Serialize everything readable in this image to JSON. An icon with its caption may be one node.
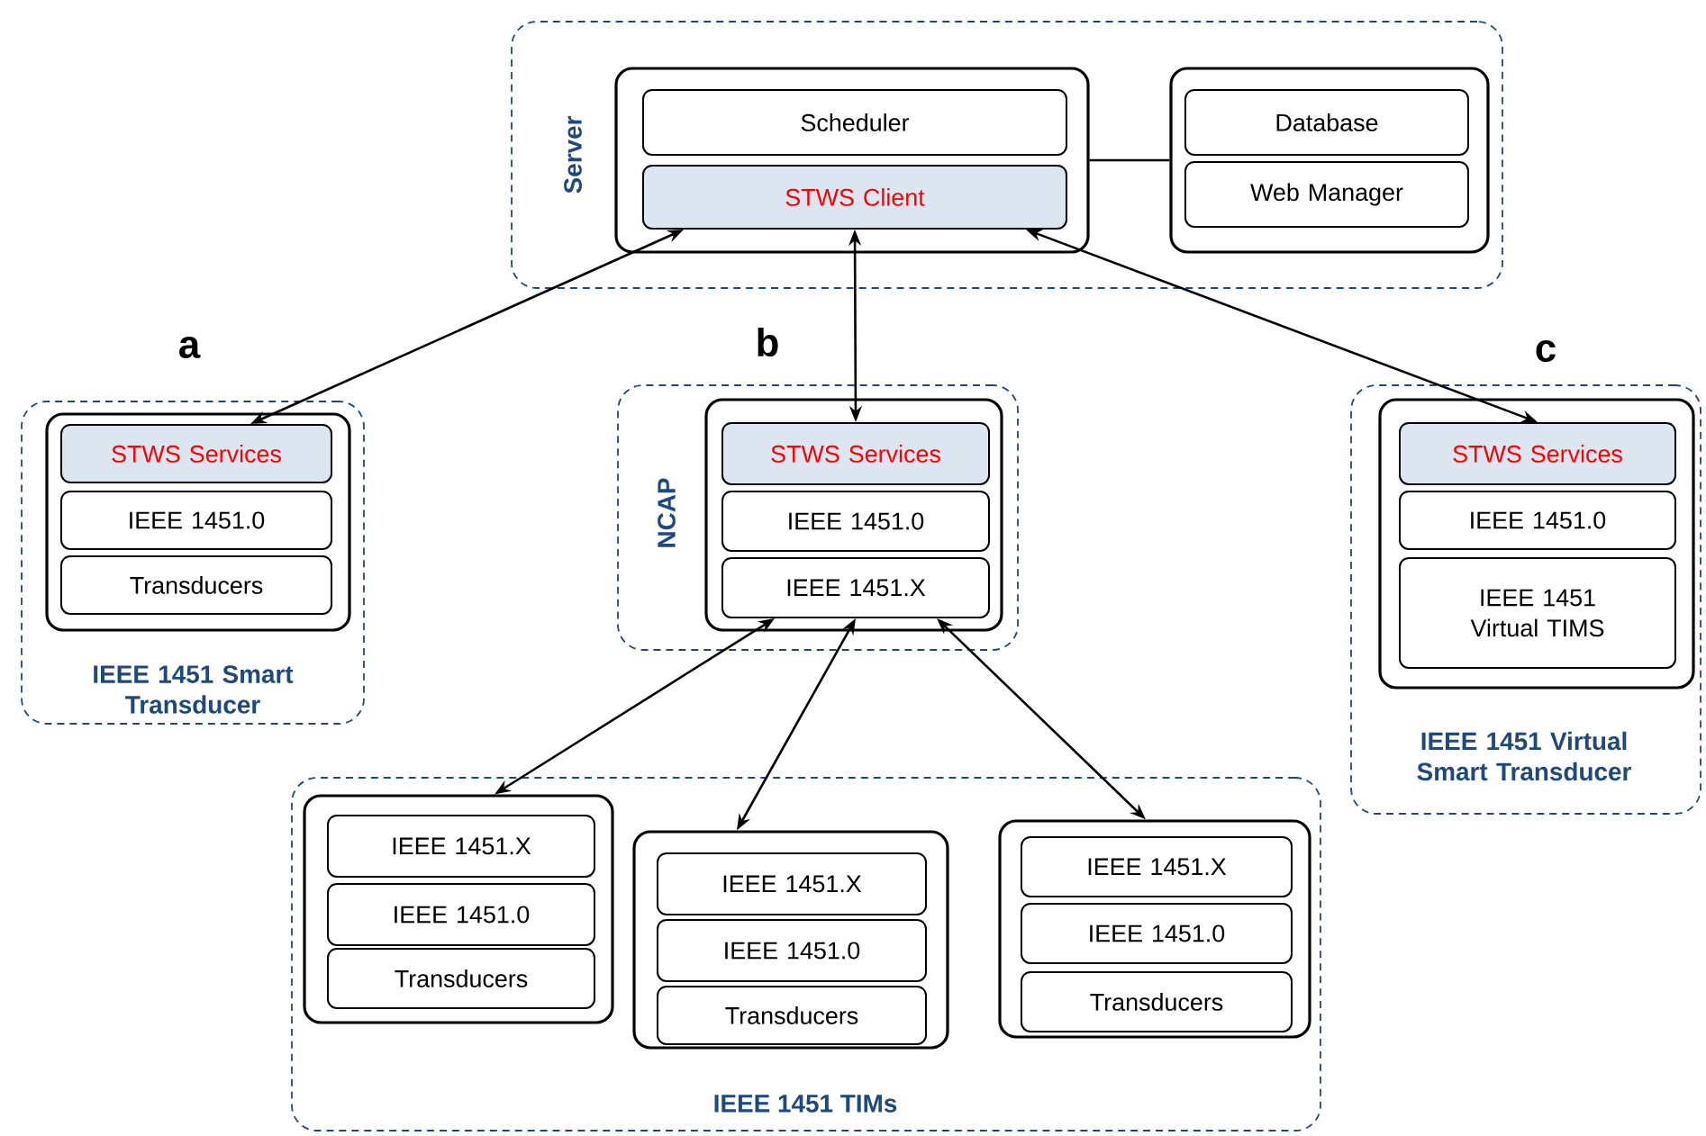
{
  "diagram": {
    "nodes": [
      {
        "text": [
          "Server"
        ]
      },
      {
        "text": [],
        "shape": "box",
        "in": 0
      },
      {
        "text": [
          "Scheduler"
        ],
        "in": 1
      },
      {
        "text": [
          "STWS Client"
        ],
        "in": 1
      },
      {
        "text": [],
        "shape": "box",
        "in": 0
      },
      {
        "text": [
          "Database"
        ],
        "in": 4
      },
      {
        "text": [
          "Web Manager"
        ],
        "in": 4
      },
      {
        "text": [
          "IEEE 1451 Smart Transducer"
        ]
      },
      {
        "text": [],
        "shape": "box",
        "in": 7
      },
      {
        "text": [
          "STWS Services"
        ],
        "in": 8
      },
      {
        "text": [
          "IEEE 1451.0"
        ],
        "in": 8
      },
      {
        "text": [
          "Transducers"
        ],
        "in": 8
      },
      {
        "text": [
          "NCAP"
        ]
      },
      {
        "text": [],
        "shape": "box",
        "in": 12
      },
      {
        "text": [
          "STWS Services"
        ],
        "in": 13
      },
      {
        "text": [
          "IEEE 1451.0"
        ],
        "in": 13
      },
      {
        "text": [
          "IEEE 1451.X"
        ],
        "in": 13
      },
      {
        "text": [
          "IEEE 1451 Virtual Smart Transducer"
        ]
      },
      {
        "text": [],
        "shape": "box",
        "in": 17
      },
      {
        "text": [
          "STWS Services"
        ],
        "in": 18
      },
      {
        "text": [
          "IEEE 1451.0"
        ],
        "in": 18
      },
      {
        "text": [
          "IEEE 1451 Virtual TIMS"
        ],
        "in": 18
      },
      {
        "text": [
          "IEEE 1451 TIMs"
        ]
      },
      {
        "text": [],
        "shape": "box",
        "in": 22
      },
      {
        "text": [
          "IEEE 1451.X"
        ],
        "in": 23
      },
      {
        "text": [
          "IEEE 1451.0"
        ],
        "in": 23
      },
      {
        "text": [
          "Transducers"
        ],
        "in": 23
      },
      {
        "text": [],
        "shape": "box",
        "in": 22
      },
      {
        "text": [
          "IEEE 1451.X"
        ],
        "in": 27
      },
      {
        "text": [
          "IEEE 1451.0"
        ],
        "in": 27
      },
      {
        "text": [
          "Transducers"
        ],
        "in": 27
      },
      {
        "text": [],
        "shape": "box",
        "in": 22
      },
      {
        "text": [
          "IEEE 1451.X"
        ],
        "in": 31
      },
      {
        "text": [
          "IEEE 1451.0"
        ],
        "in": 31
      },
      {
        "text": [
          "Transducers"
        ],
        "in": 31
      }
    ],
    "edges": [
      {
        "from": 1,
        "to": 4,
        "arrow": "none"
      },
      {
        "from": 3,
        "to": 9,
        "arrow": "both"
      },
      {
        "from": 3,
        "to": 14,
        "arrow": "both"
      },
      {
        "from": 3,
        "to": 19,
        "arrow": "both"
      },
      {
        "from": 16,
        "to": 23,
        "arrow": "both"
      },
      {
        "from": 16,
        "to": 27,
        "arrow": "both"
      },
      {
        "from": 16,
        "to": 31,
        "arrow": "both"
      }
    ],
    "labels": [
      "a",
      "b",
      "c"
    ]
  }
}
